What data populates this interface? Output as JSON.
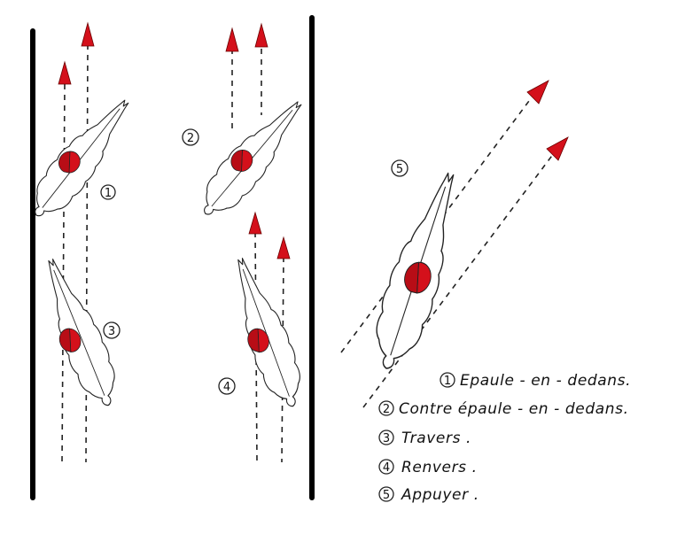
{
  "figure": {
    "colors": {
      "ink": "#222222",
      "rider": "#d4101b",
      "wall": "#000000"
    },
    "horses": [
      {
        "number": "1",
        "name": "horse-1"
      },
      {
        "number": "2",
        "name": "horse-2"
      },
      {
        "number": "3",
        "name": "horse-3"
      },
      {
        "number": "4",
        "name": "horse-4"
      },
      {
        "number": "5",
        "name": "horse-5"
      }
    ],
    "legend": [
      {
        "number": "1",
        "label": "Epaule - en - dedans."
      },
      {
        "number": "2",
        "label": "Contre épaule - en - dedans."
      },
      {
        "number": "3",
        "label": "Travers ."
      },
      {
        "number": "4",
        "label": "Renvers ."
      },
      {
        "number": "5",
        "label": "Appuyer ."
      }
    ]
  }
}
